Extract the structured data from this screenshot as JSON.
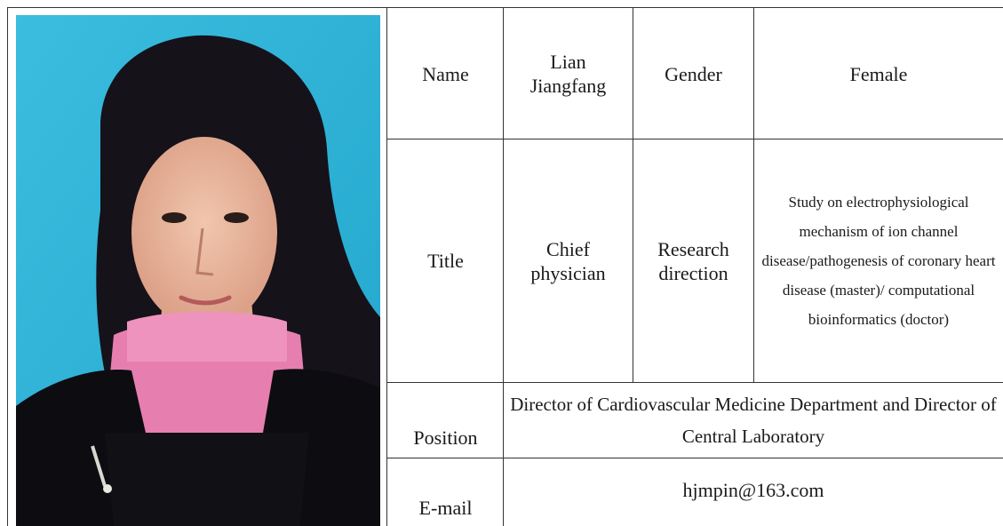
{
  "profile": {
    "name_label": "Name",
    "name_value": "Lian Jiangfang",
    "gender_label": "Gender",
    "gender_value": "Female",
    "title_label": "Title",
    "title_value": "Chief physician",
    "research_label": "Research direction",
    "research_value": "Study on electrophysiological mechanism of ion channel disease/pathogenesis of coronary heart disease (master)/ computational bioinformatics (doctor)",
    "position_label": "Position",
    "position_value": "Director of Cardiovascular Medicine Department and Director of Central Laboratory",
    "email_label": "E-mail",
    "email_value": "hjmpin@163.com"
  },
  "colors": {
    "photo_background": "#33b6d8",
    "border": "#333333"
  }
}
